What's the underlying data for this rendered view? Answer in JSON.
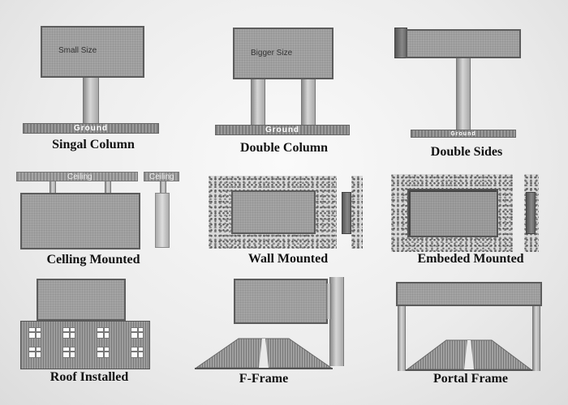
{
  "items": [
    {
      "caption": "Singal Column",
      "screen_label": "Small Size",
      "ground_label": "Ground"
    },
    {
      "caption": "Double Column",
      "screen_label": "Bigger Size",
      "ground_label": "Ground"
    },
    {
      "caption": "Double Sides",
      "ground_label": "Ground"
    },
    {
      "caption": "Celling Mounted",
      "ceiling_label": "Ceiling",
      "ceiling_label_2": "Ceiling"
    },
    {
      "caption": "Wall Mounted"
    },
    {
      "caption": "Embeded Mounted"
    },
    {
      "caption": "Roof Installed"
    },
    {
      "caption": "F-Frame"
    },
    {
      "caption": "Portal Frame"
    }
  ]
}
